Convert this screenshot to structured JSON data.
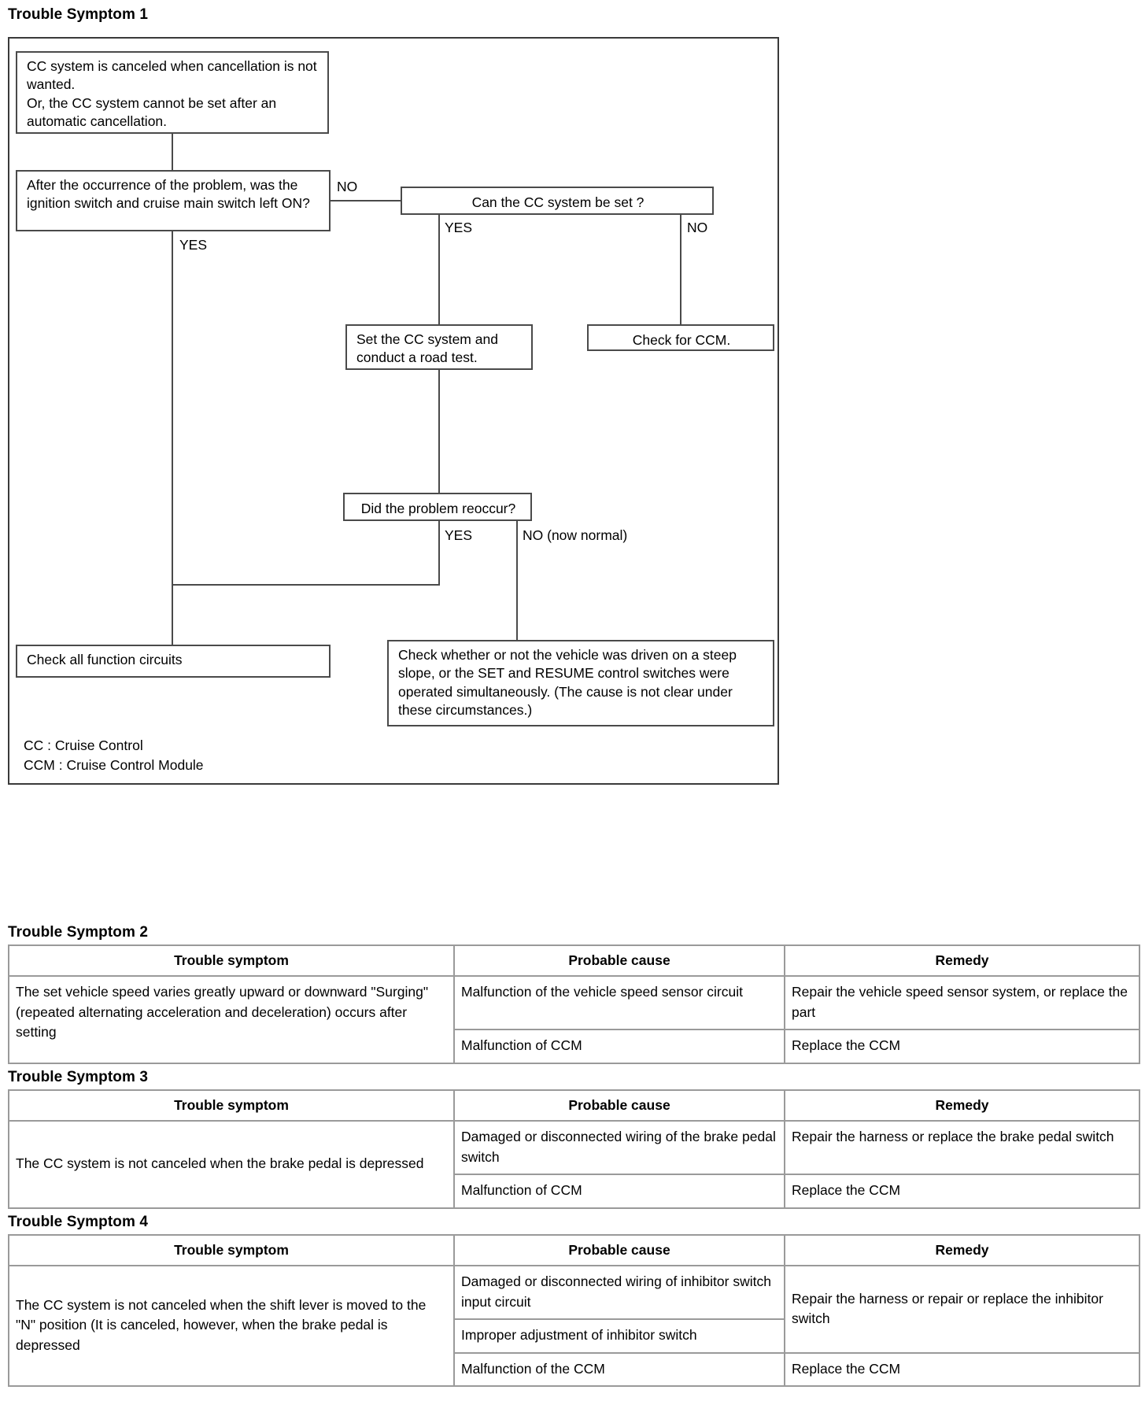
{
  "page": {
    "sections": [
      {
        "title": "Trouble Symptom 1"
      },
      {
        "title": "Trouble Symptom 2"
      },
      {
        "title": "Trouble Symptom 3"
      },
      {
        "title": "Trouble Symptom 4"
      }
    ]
  },
  "flowchart": {
    "nodes": {
      "symptom": "CC system is canceled when cancellation is not wanted.\nOr, the CC system cannot be set after an automatic cancellation.",
      "question1": "After the occurrence of the problem, was the ignition switch and cruise main switch left ON?",
      "can_set": "Can the CC system be set ?",
      "set_cc": "Set the CC system and conduct a road test.",
      "check_ccm": "Check for CCM.",
      "reoccur": "Did the problem reoccur?",
      "check_all": "Check all function circuits",
      "check_whether": "Check whether or not the vehicle was driven on a steep slope, or the SET and RESUME control switches were operated simultaneously. (The cause is not clear under these circumstances.)"
    },
    "edge_labels": {
      "q1_no": "NO",
      "q1_yes": "YES",
      "canset_yes": "YES",
      "canset_no": "NO",
      "reoccur_yes": "YES",
      "reoccur_no": "NO (now normal)"
    },
    "legend": "CC : Cruise Control\nCCM : Cruise Control Module"
  },
  "tables": {
    "headers": [
      "Trouble symptom",
      "Probable cause",
      "Remedy"
    ],
    "symptom2": {
      "symptom": "The set vehicle speed varies greatly upward or downward \"Surging\" (repeated alternating acceleration and deceleration) occurs after setting",
      "rows": [
        {
          "cause": "Malfunction of the vehicle speed sensor circuit",
          "remedy": "Repair the vehicle speed sensor system, or replace the part"
        },
        {
          "cause": "Malfunction of CCM",
          "remedy": "Replace the CCM"
        }
      ]
    },
    "symptom3": {
      "symptom": "The CC system is not canceled when the brake pedal is depressed",
      "rows": [
        {
          "cause": "Damaged or disconnected wiring of the brake pedal switch",
          "remedy": "Repair the harness or replace the brake pedal switch"
        },
        {
          "cause": "Malfunction of CCM",
          "remedy": "Replace the CCM"
        }
      ]
    },
    "symptom4": {
      "symptom": "The CC system is not canceled when the shift lever is moved to the \"N\" position (It is canceled, however, when the brake pedal is depressed",
      "rows": [
        {
          "cause": "Damaged or disconnected wiring of inhibitor switch input circuit",
          "remedy": "Repair the harness or repair or replace the inhibitor switch"
        },
        {
          "cause": "Improper adjustment of inhibitor switch",
          "remedy": ""
        },
        {
          "cause": "Malfunction of the CCM",
          "remedy": "Replace the CCM"
        }
      ]
    }
  }
}
